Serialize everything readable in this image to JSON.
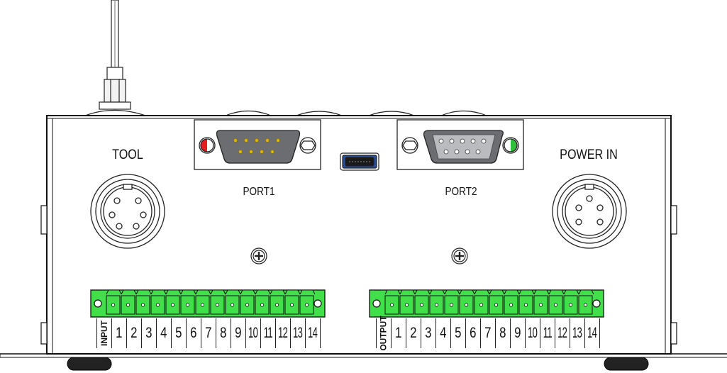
{
  "labels": {
    "tool": "TOOL",
    "port1": "PORT1",
    "port2": "PORT2",
    "power_in": "POWER IN"
  },
  "input_strip": {
    "title": "INPUT",
    "numbers": [
      "1",
      "2",
      "3",
      "4",
      "5",
      "6",
      "7",
      "8",
      "9",
      "10",
      "11",
      "12",
      "13",
      "14"
    ]
  },
  "output_strip": {
    "title": "OUTPUT",
    "numbers": [
      "1",
      "2",
      "3",
      "4",
      "5",
      "6",
      "7",
      "8",
      "9",
      "10",
      "11",
      "12",
      "13",
      "14"
    ]
  },
  "colors": {
    "terminal_green": "#41e04a",
    "db9_gray": "#6b6d70",
    "pin_gold": "#d9b400",
    "port1_indicator": "#e02020",
    "port2_indicator": "#2fbf3a",
    "usb_blue": "#2a4f9a"
  }
}
